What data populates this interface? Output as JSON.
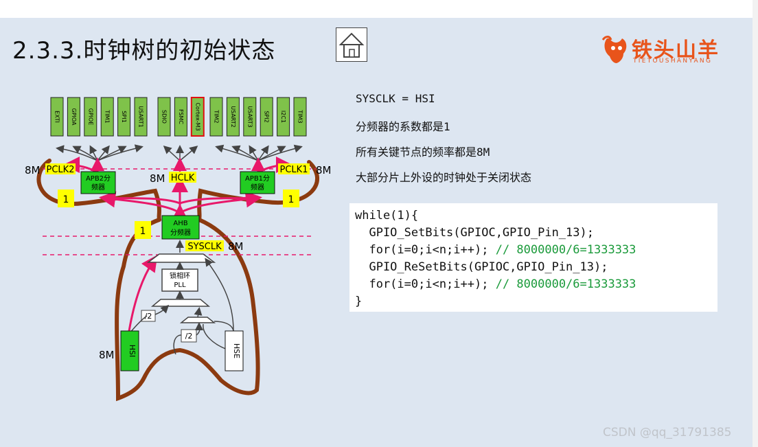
{
  "slide": {
    "title": "2.3.3.时钟树的初始状态",
    "home_icon": "home-icon",
    "logo": {
      "cn": "铁头山羊",
      "en": "TIETOUSHANYANG",
      "icon": "goat-head-icon"
    }
  },
  "diagram": {
    "peripherals_left": [
      "EXTI",
      "GPIOA",
      "GPIOE",
      "TIM1",
      "SPI1",
      "USART1"
    ],
    "peripherals_mid": [
      "SDIO",
      "FSMC",
      "Cortex-M3"
    ],
    "peripherals_right": [
      "TIM2",
      "USART2",
      "USART3",
      "SPI2",
      "I2C1",
      "TIM3"
    ],
    "pclk2": "PCLK2",
    "pclk1": "PCLK1",
    "hclk": "HCLK",
    "sysclk": "SYSCLK",
    "freq_pclk2": "8M",
    "freq_pclk1": "8M",
    "freq_hclk": "8M",
    "freq_sysclk": "8M",
    "freq_hsi": "8M",
    "apb2": [
      "APB2分",
      "频器"
    ],
    "apb1": [
      "APB1分",
      "频器"
    ],
    "ahb": [
      "AHB",
      "分频器"
    ],
    "pll": [
      "锁相环",
      "PLL"
    ],
    "div2_a": "/2",
    "div2_b": "/2",
    "hsi": "HSI",
    "hse": "HSE",
    "div_value_apb2": "1",
    "div_value_apb1": "1",
    "div_value_ahb": "1",
    "colors": {
      "green": "#7fc24a",
      "bright_green": "#22cc22",
      "yellow": "#ffff00",
      "pink": "#e8186a",
      "brown": "#8b3a10"
    }
  },
  "notes": [
    "SYSCLK = HSI",
    "分频器的系数都是1",
    "所有关键节点的频率都是8M",
    "大部分片上外设的时钟处于关闭状态"
  ],
  "code": {
    "lines": [
      {
        "text": "while(1){",
        "comment": ""
      },
      {
        "text": "  GPIO_SetBits(GPIOC,GPIO_Pin_13);",
        "comment": ""
      },
      {
        "text": "  for(i=0;i<n;i++); ",
        "comment": "// 8000000/6=1333333"
      },
      {
        "text": "  GPIO_ReSetBits(GPIOC,GPIO_Pin_13);",
        "comment": ""
      },
      {
        "text": "  for(i=0;i<n;i++); ",
        "comment": "// 8000000/6=1333333"
      },
      {
        "text": "}",
        "comment": ""
      }
    ]
  },
  "watermark": "CSDN @qq_31791385"
}
